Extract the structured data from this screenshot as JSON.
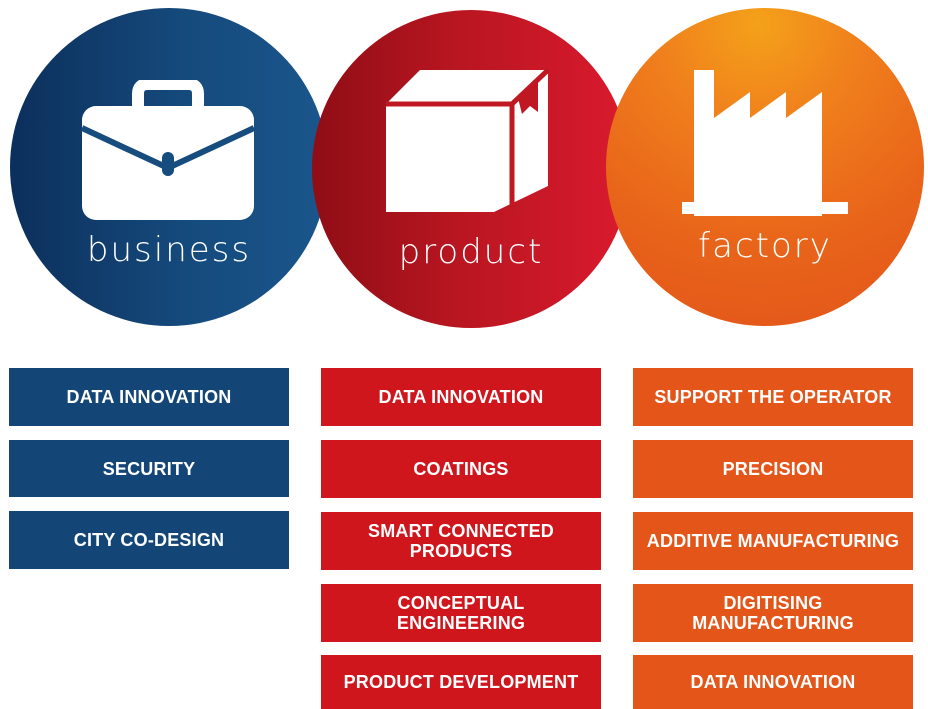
{
  "circles": {
    "business": {
      "label": "business",
      "icon": "briefcase-icon",
      "color": "#154a7c"
    },
    "product": {
      "label": "product",
      "icon": "box-icon",
      "color": "#c8161f"
    },
    "factory": {
      "label": "factory",
      "icon": "factory-icon",
      "color": "#e8641a"
    }
  },
  "columns": {
    "business": [
      "DATA INNOVATION",
      "SECURITY",
      "CITY CO-DESIGN"
    ],
    "product": [
      "DATA INNOVATION",
      "COATINGS",
      "SMART CONNECTED PRODUCTS",
      "CONCEPTUAL ENGINEERING",
      "PRODUCT DEVELOPMENT"
    ],
    "factory": [
      "SUPPORT THE OPERATOR",
      "PRECISION",
      "ADDITIVE MANUFACTURING",
      "DIGITISING MANUFACTURING",
      "DATA INNOVATION"
    ]
  },
  "colors": {
    "blue": "#134677",
    "red": "#d0161d",
    "orange": "#e35519"
  }
}
